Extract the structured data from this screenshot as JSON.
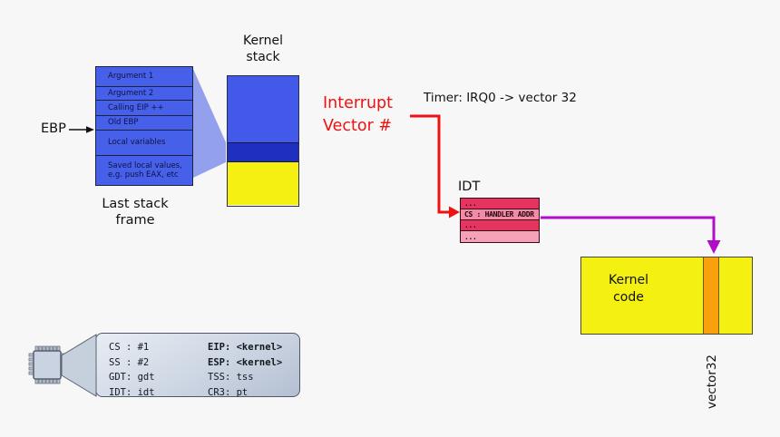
{
  "kernel_stack": {
    "title": "Kernel\nstack",
    "colors": {
      "free_top": "#4259ea",
      "last_frame_band": "#1f2fc0",
      "used_bottom": "#f6f011"
    }
  },
  "stack_frame": {
    "caption": "Last stack\nframe",
    "pointer_label": "EBP",
    "fill": "#4760ea",
    "projection_color": "#92a0ee",
    "rows": [
      "Argument 1",
      "Argument 2",
      "Calling EIP ++",
      "Old EBP",
      "Local variables",
      "Saved local values,\ne.g. push EAX, etc"
    ]
  },
  "interrupt": {
    "label": "Interrupt\nVector #",
    "color": "#ee1111",
    "timer_note": "Timer: IRQ0 -> vector 32"
  },
  "idt": {
    "title": "IDT",
    "pointer_color": "#b10dc9",
    "rows": [
      {
        "text": "...",
        "bg": "#e63460"
      },
      {
        "text": "CS : HANDLER ADDR",
        "bg": "#f28ba6"
      },
      {
        "text": "...",
        "bg": "#e63460"
      },
      {
        "text": "...",
        "bg": "#f5a2b8"
      }
    ]
  },
  "kernel_code": {
    "label": "Kernel\ncode",
    "fill": "#f4f112",
    "stripe_color": "#f8a10d",
    "stripe_label": "vector32"
  },
  "cpu_state": {
    "registers": [
      {
        "left": "CS : #1",
        "right": "EIP: <kernel>"
      },
      {
        "left": "SS : #2",
        "right": "ESP: <kernel>"
      },
      {
        "left": "GDT: gdt",
        "right": "TSS: tss"
      },
      {
        "left": "IDT: idt",
        "right": "CR3: pt"
      }
    ]
  }
}
